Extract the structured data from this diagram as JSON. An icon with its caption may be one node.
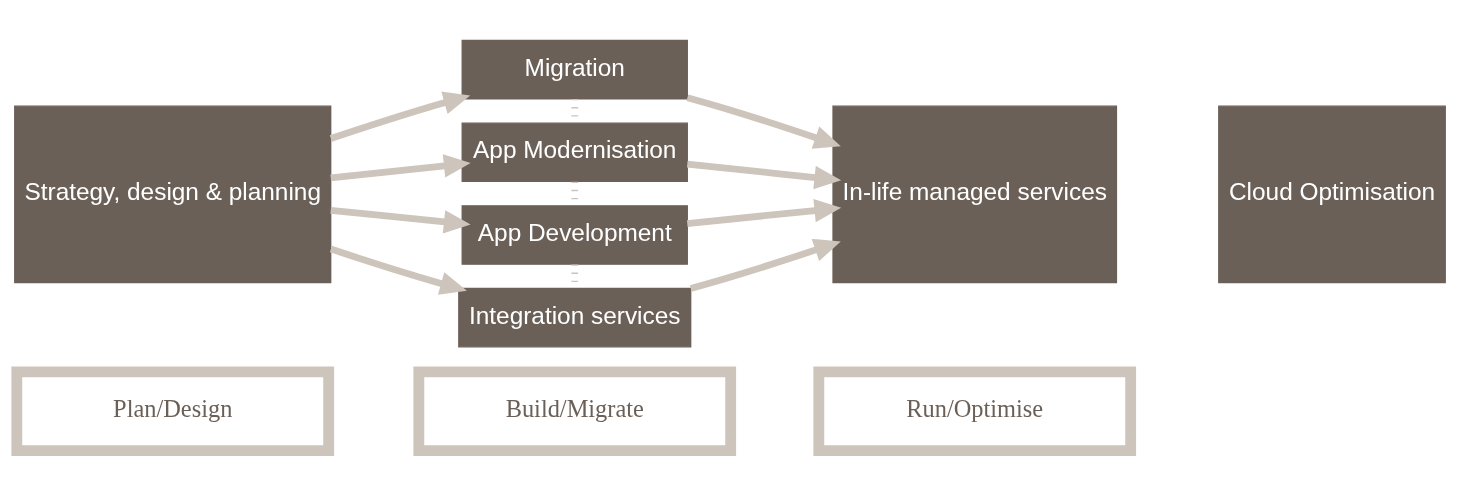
{
  "diagram": {
    "nodes": [
      {
        "text": [
          "Plan/Design"
        ]
      },
      {
        "text": [
          "Build/Migrate"
        ]
      },
      {
        "text": [
          "Run/Optimise"
        ]
      },
      {
        "text": [
          "Strategy, design & planning"
        ]
      },
      {
        "text": [
          "Migration"
        ]
      },
      {
        "text": [
          "App Modernisation"
        ]
      },
      {
        "text": [
          "App Development"
        ]
      },
      {
        "text": [
          "Integration services"
        ]
      },
      {
        "text": [
          "In-life managed services"
        ]
      },
      {
        "text": [
          "Cloud Optimisation"
        ]
      }
    ],
    "edges": [
      {
        "from": 3,
        "to": 4,
        "arrow": "to"
      },
      {
        "from": 3,
        "to": 5,
        "arrow": "to"
      },
      {
        "from": 3,
        "to": 6,
        "arrow": "to"
      },
      {
        "from": 3,
        "to": 7,
        "arrow": "to"
      },
      {
        "from": 4,
        "to": 5,
        "arrow": "none",
        "style": "dashed"
      },
      {
        "from": 5,
        "to": 6,
        "arrow": "none",
        "style": "dashed"
      },
      {
        "from": 6,
        "to": 7,
        "arrow": "none",
        "style": "dashed"
      },
      {
        "from": 4,
        "to": 8,
        "arrow": "to"
      },
      {
        "from": 5,
        "to": 8,
        "arrow": "to"
      },
      {
        "from": 6,
        "to": 8,
        "arrow": "to"
      },
      {
        "from": 7,
        "to": 8,
        "arrow": "to"
      }
    ]
  }
}
